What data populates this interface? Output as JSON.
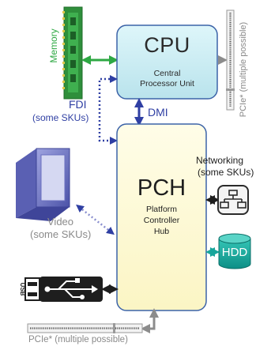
{
  "cpu": {
    "title": "CPU",
    "subtitle_line1": "Central",
    "subtitle_line2": "Processor Unit"
  },
  "pch": {
    "title": "PCH",
    "subtitle_line1": "Platform",
    "subtitle_line2": "Controller",
    "subtitle_line3": "Hub"
  },
  "labels": {
    "memory": "Memory",
    "pcie_top": "PCIe* (multiple possible)",
    "pcie_bottom": "PCIe* (multiple possible)",
    "fdi_line1": "FDI",
    "fdi_line2": "(some SKUs)",
    "dmi": "DMI",
    "networking_line1": "Networking",
    "networking_line2": "(some SKUs)",
    "video_line1": "Video",
    "video_line2": "(some SKUs)",
    "hdd": "HDD",
    "usb": "USB"
  },
  "icons": {
    "memory": "memory-module-icon",
    "network": "network-icon",
    "hdd": "hard-disk-icon",
    "usb": "usb-icon",
    "monitor": "monitor-icon",
    "pcie_slot": "pcie-slot-icon"
  },
  "colors": {
    "cpu_fill": "#c9ecf2",
    "pch_fill": "#fefbd6",
    "box_border": "#3c63a8",
    "memory_link": "#2ea843",
    "hdd_link": "#18a59b",
    "fdi_link": "#2f3fa3",
    "gray_link": "#8c8c8c",
    "dark_link": "#1e1e1e",
    "accent_label": "#2f3fa3"
  }
}
